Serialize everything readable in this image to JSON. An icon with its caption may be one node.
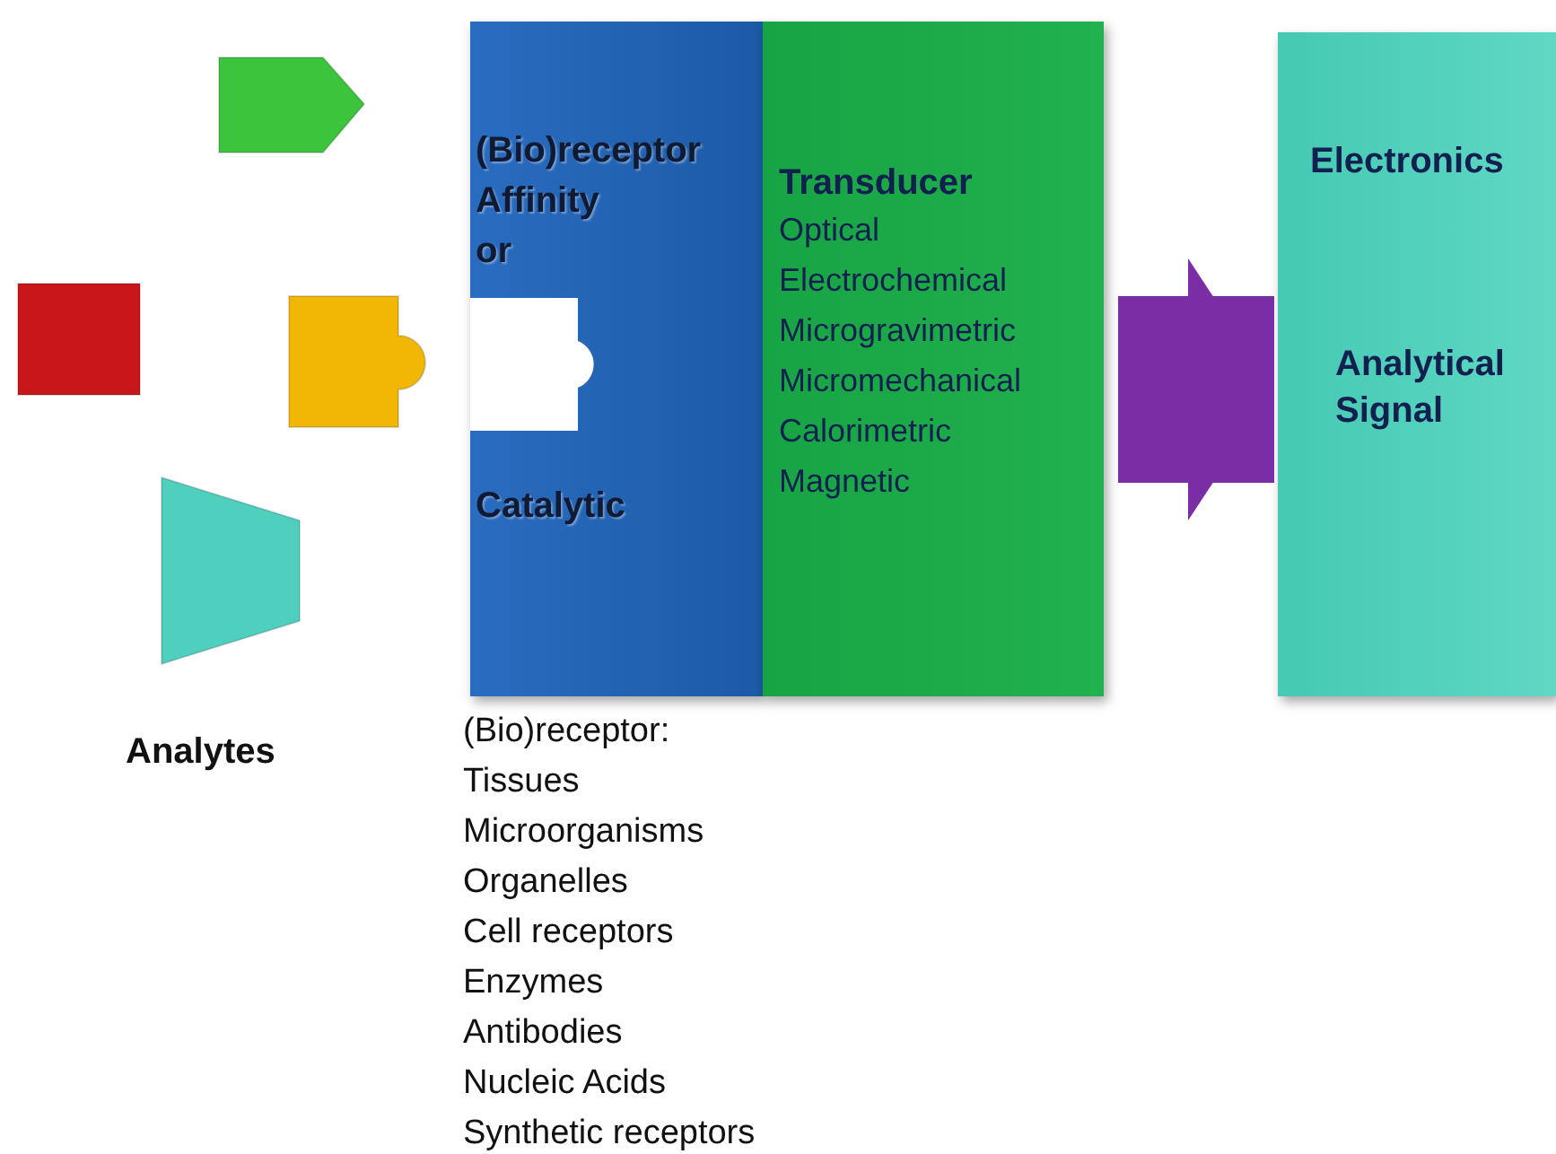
{
  "diagram": {
    "nodes": [
      {
        "text": [
          "(Bio)receptor",
          "Affinity",
          "or",
          "Catalytic"
        ]
      },
      {
        "text": [
          "Transducer",
          "Optical",
          "Electrochemical",
          "Microgravimetric",
          "Micromechanical",
          "Calorimetric",
          "Magnetic"
        ]
      },
      {
        "text": [
          "Electronics",
          "Analytical Signal"
        ]
      }
    ],
    "edges": [
      {
        "from": 1,
        "to": 2,
        "arrow": "to"
      }
    ],
    "labels": [
      "Analytes",
      "(Bio)receptor:",
      "Tissues",
      "Microorganisms",
      "Organelles",
      "Cell receptors",
      "Enzymes",
      "Antibodies",
      "Nucleic Acids",
      "Synthetic receptors"
    ]
  }
}
